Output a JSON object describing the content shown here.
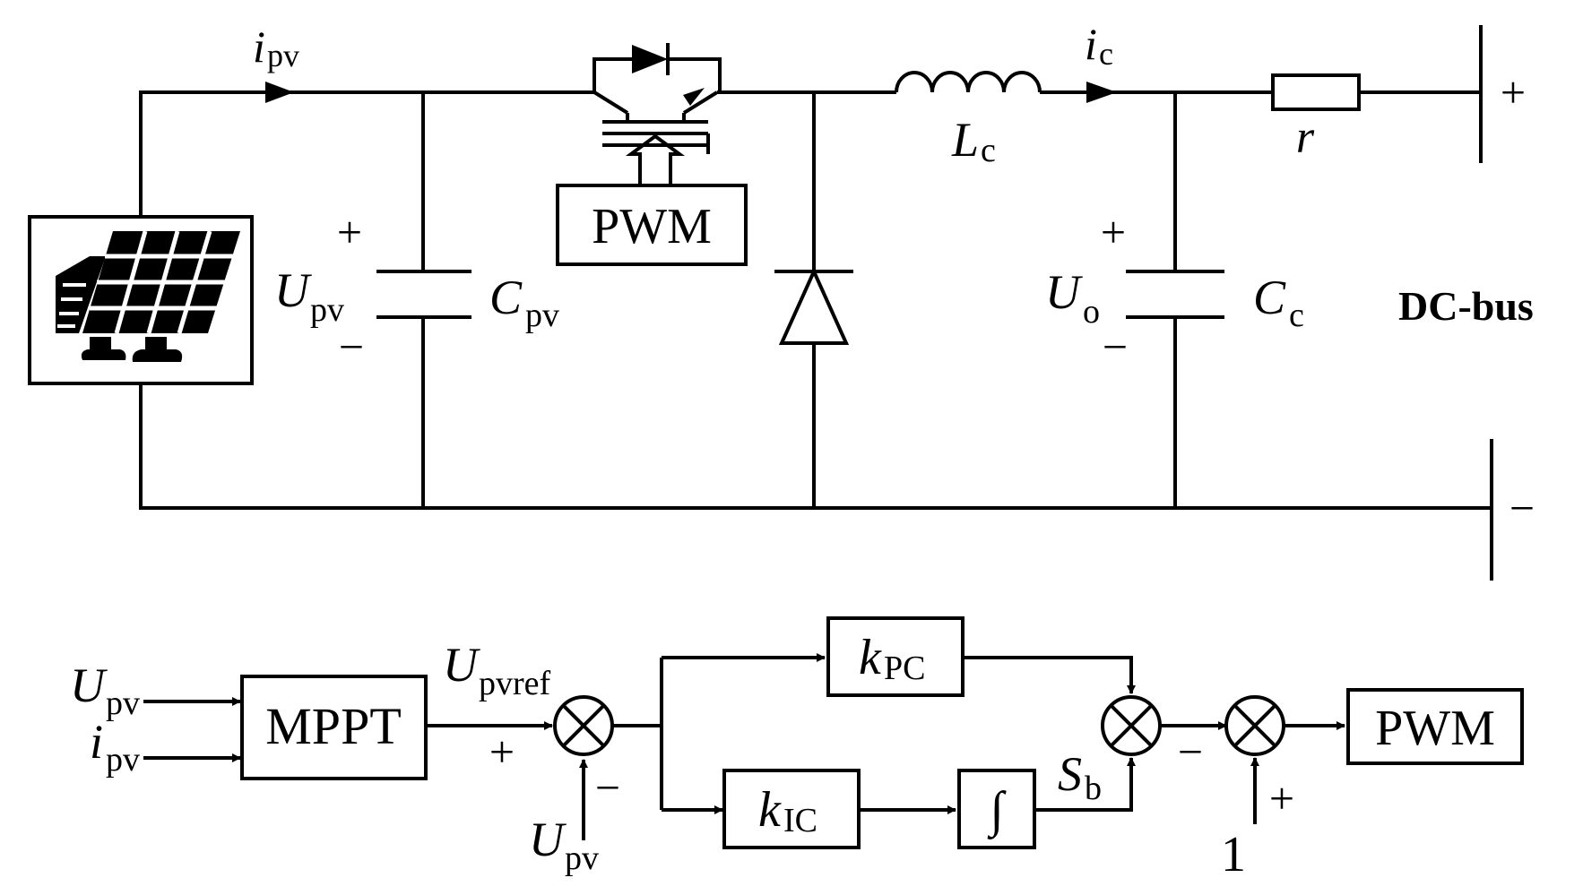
{
  "circuit": {
    "i_pv": {
      "main": "i",
      "sub": "pv"
    },
    "i_c": {
      "main": "i",
      "sub": "c"
    },
    "pwm": "PWM",
    "L_c": {
      "main": "L",
      "sub": "c"
    },
    "r": "r",
    "U_pv": {
      "main": "U",
      "sub": "pv"
    },
    "C_pv": {
      "main": "C",
      "sub": "pv"
    },
    "U_o": {
      "main": "U",
      "sub": "o"
    },
    "C_c": {
      "main": "C",
      "sub": "c"
    },
    "dc_bus": "DC-bus",
    "plus": "+",
    "minus": "−"
  },
  "control": {
    "in_U_pv": {
      "main": "U",
      "sub": "pv"
    },
    "in_i_pv": {
      "main": "i",
      "sub": "pv"
    },
    "mppt": "MPPT",
    "U_pvref": {
      "main": "U",
      "sub": "pvref"
    },
    "fb_U_pv": {
      "main": "U",
      "sub": "pv"
    },
    "k_PC": {
      "main": "k",
      "sub": "PC"
    },
    "k_IC": {
      "main": "k",
      "sub": "IC"
    },
    "integral": "∫",
    "S_b": {
      "main": "S",
      "sub": "b"
    },
    "one": "1",
    "pwm": "PWM",
    "plus": "+",
    "minus": "−"
  }
}
